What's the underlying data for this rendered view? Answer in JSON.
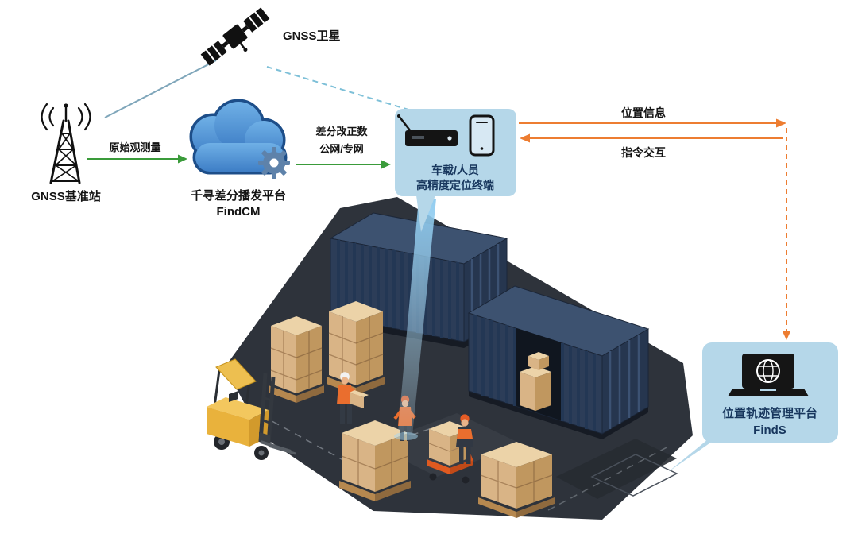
{
  "nodes": {
    "satellite": {
      "label": "GNSS卫星"
    },
    "base_station": {
      "label": "GNSS基准站"
    },
    "cloud": {
      "line1": "千寻差分播发平台",
      "line2": "FindCM"
    },
    "terminal": {
      "line1": "车载/人员",
      "line2": "高精度定位终端"
    },
    "platform": {
      "line1": "位置轨迹管理平台",
      "line2": "FindS"
    }
  },
  "edges": {
    "raw": {
      "label": "原始观测量"
    },
    "correction": {
      "line1": "差分改正数",
      "line2": "公网/专网"
    },
    "position": {
      "label": "位置信息"
    },
    "command": {
      "label": "指令交互"
    }
  },
  "icons": {
    "satellite": "satellite-icon",
    "base_station": "radio-tower-icon",
    "cloud": "cloud-gear-icon",
    "terminal_receiver": "receiver-box-icon",
    "terminal_phone": "smartphone-icon",
    "platform": "laptop-globe-icon"
  },
  "colors": {
    "arrow_green": "#3a9b3a",
    "arrow_orange": "#ed7d31",
    "link_teal_dashed": "#7ec0d8",
    "link_steel_solid": "#7fa6ba",
    "bubble_blue": "#b5d7e9",
    "label_navy": "#17365d",
    "cloud_blue": "#4a8fd4",
    "gear_steel": "#5e82aa",
    "container_navy": "#2c3d58",
    "floor_dark": "#2e333b",
    "box_tan": "#d9b486",
    "forklift_yellow": "#e9b23c",
    "beam_blue": "#8ccaef"
  }
}
